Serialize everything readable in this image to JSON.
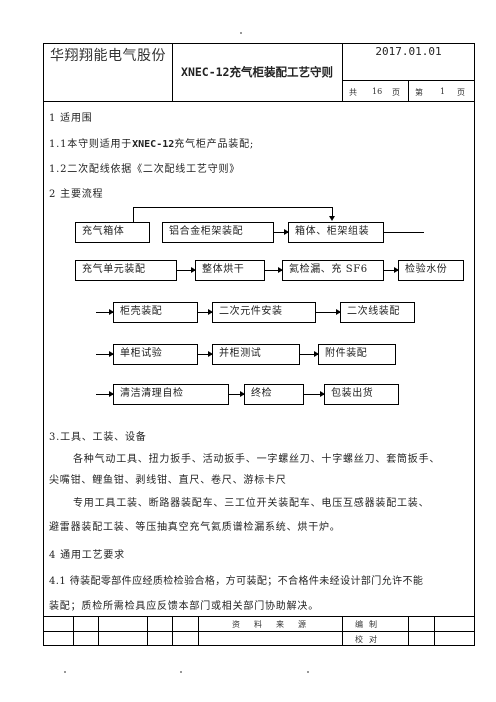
{
  "header": {
    "company": "华翔翔能电气股份",
    "doc_title_code": "XNEC-12",
    "doc_title_text": "充气柜装配工艺守则",
    "date": "2017.01.01",
    "total_label": "共",
    "total_pages": "16",
    "page_unit": "页",
    "page_label": "第",
    "page_no": "1",
    "page_unit2": "页"
  },
  "content": {
    "sec1": "1 适用围",
    "p1_1_pre": "1.1本守则适用于",
    "p1_1_code": "XNEC-12",
    "p1_1_post": "充气柜产品装配;",
    "p1_2": "1.2二次配线依据《二次配线工艺守则》",
    "sec2": "2 主要流程",
    "flow": {
      "r1": [
        "充气箱体",
        "铝合金柜架装配",
        "箱体、柜架组装"
      ],
      "r2": [
        "充气单元装配",
        "整体烘干",
        "氦检漏、充 SF6",
        "检验水份"
      ],
      "r3": [
        "柜壳装配",
        "二次元件安装",
        "二次线装配"
      ],
      "r4": [
        "单柜试验",
        "并柜测试",
        "附件装配"
      ],
      "r5": [
        "清洁清理自检",
        "终检",
        "包装出货"
      ]
    },
    "sec3": "3.工具、工装、设备",
    "p3_l1": "各种气动工具、扭力扳手、活动扳手、一字螺丝刀、十字螺丝刀、套筒扳手、",
    "p3_l2": "尖嘴钳、鲤鱼钳、剥线钳、直尺、卷尺、游标卡尺",
    "p3_l3": "专用工具工装、断路器装配车、三工位开关装配车、电压互感器装配工装、",
    "p3_l4": "避雷器装配工装、等压抽真空充气氦质谱检漏系统、烘干炉。",
    "sec4": "4 通用工艺要求",
    "p4_l1": "4.1 待装配零部件应经质检检验合格，方可装配；不合格件未经设计部门允许不能",
    "p4_l2": "装配；质检所需检具应反馈本部门或相关部门协助解决。"
  },
  "footer": {
    "source_label": "资料来源",
    "compile_label": "编制",
    "check_label": "校对"
  }
}
